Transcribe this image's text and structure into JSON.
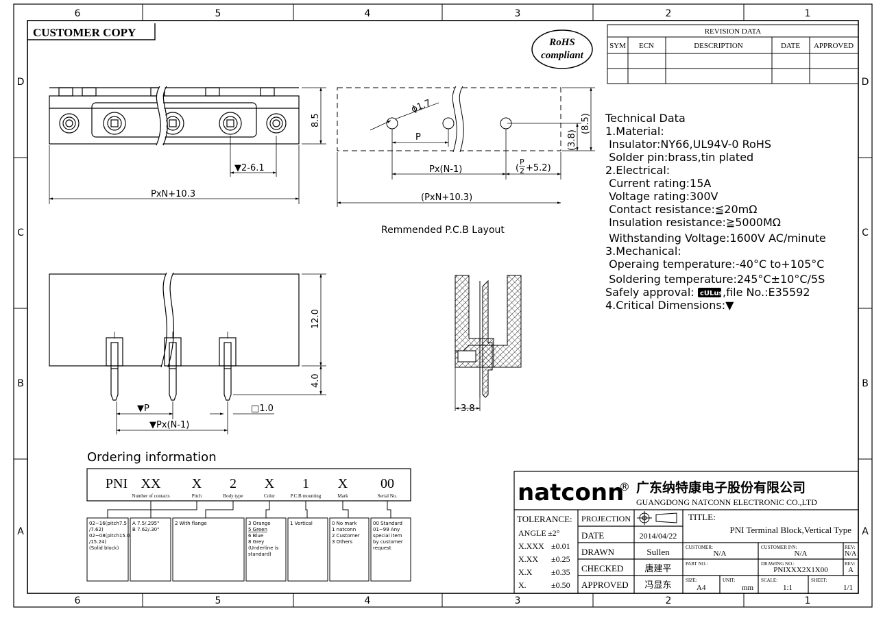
{
  "border": {
    "columns": [
      "6",
      "5",
      "4",
      "3",
      "2",
      "1"
    ],
    "rows": [
      "D",
      "C",
      "B",
      "A"
    ]
  },
  "header": {
    "customer_copy": "CUSTOMER COPY",
    "rohs_line1": "RoHS",
    "rohs_line2": "compliant"
  },
  "revision": {
    "title": "REVISION DATA",
    "columns": [
      "SYM",
      "ECN",
      "DESCRIPTION",
      "DATE",
      "APPROVED"
    ]
  },
  "front_view": {
    "height_dim": "8.5",
    "hole_dim": "▼2-6.1",
    "width_dim": "PxN+10.3"
  },
  "pcb_layout": {
    "caption": "Remmended P.C.B Layout",
    "hole_dim": "ϕ1.7",
    "pitch_dim": "P",
    "span_dim": "Px(N-1)",
    "offset_dim_num": "P",
    "offset_dim_den": "2",
    "offset_dim_rest": "+5.2)",
    "offset_dim_open": "(",
    "total_dim": "(PxN+10.3)",
    "inner_h_dim": "(3.8)",
    "outer_h_dim": "(8.5)"
  },
  "side_view": {
    "height_dim": "12.0",
    "pin_len_dim": "4.0",
    "pitch_dim": "▼P",
    "span_dim": "▼Px(N-1)",
    "pin_dim": "□1.0"
  },
  "section_view": {
    "width_dim": "3.8"
  },
  "technical": {
    "title": "Technical Data",
    "lines": [
      "1.Material:",
      " Insulator:NY66,UL94V-0 RoHS",
      " Solder pin:brass,tin plated",
      "2.Electrical:",
      " Current rating:15A",
      " Voltage rating:300V",
      " Contact resistance:≦20mΩ",
      " Insulation resistance:≧5000MΩ",
      " Withstanding Voltage:1600V AC/minute",
      "3.Mechanical:",
      " Operaing temperature:-40°C to+105°C",
      " Soldering temperature:245°C±10°C/5S"
    ],
    "safety_prefix": "Safely approval:",
    "safety_logo": "cULus",
    "safety_suffix": ",file No.:E35592",
    "critical": "4.Critical Dimensions:▼"
  },
  "ordering": {
    "title": "Ordering information",
    "codes": [
      "PNI",
      "XX",
      "X",
      "2",
      "X",
      "1",
      "X",
      "00"
    ],
    "labels": [
      "Number of contacts",
      "Pitch",
      "Body type",
      "Color",
      "P.C.B mounting",
      "Mark",
      "Serial No."
    ],
    "options": [
      [
        "02~16(pitch7.5",
        "/7.62)",
        "02~08(pitch15.0",
        "/15.24)",
        "(Solid block)"
      ],
      [
        "A 7.5/.295\"",
        "B 7.62/.30\""
      ],
      [
        "2 With flange"
      ],
      [
        "3 Orange",
        "5 Green",
        "6 Blue",
        "8 Grey",
        "(Underline is",
        "standard)"
      ],
      [
        "1 Vertical"
      ],
      [
        "0 No mark",
        "1 natconn",
        "2 Customer",
        "3 Others"
      ],
      [
        "00 Standard",
        "01~99 Any",
        "special item",
        "by customer",
        "request"
      ]
    ]
  },
  "title_block": {
    "brand": "natconn",
    "registered": "®",
    "company_cn": "广东纳特康电子股份有限公司",
    "company_en": "GUANGDONG NATCONN ELECTRONIC CO.,LTD",
    "tolerance_label": "TOLERANCE:",
    "tolerances": [
      {
        "k": "ANGLE",
        "v": "±2°"
      },
      {
        "k": "X.XXX",
        "v": "±0.01"
      },
      {
        "k": "X.XX",
        "v": "±0.25"
      },
      {
        "k": "X.X",
        "v": "±0.35"
      },
      {
        "k": "X.",
        "v": "±0.50"
      }
    ],
    "projection_label": "PROJECTION",
    "date_label": "DATE",
    "date_value": "2014/04/22",
    "drawn_label": "DRAWN",
    "drawn_value": "Sullen",
    "checked_label": "CHECKED",
    "checked_value": "唐建平",
    "approved_label": "APPROVED",
    "approved_value": "冯显东",
    "title_label": "TITLE:",
    "title_value": "PNI Terminal Block,Vertical Type",
    "customer_label": "CUSTOMER:",
    "customer_value": "N/A",
    "customer_pn_label": "CUSTOMER P/N:",
    "customer_pn_value": "N/A",
    "rev_label": "REV:",
    "rev_value1": "N/A",
    "part_no_label": "PART NO.:",
    "drawing_no_label": "DRAWING NO.:",
    "drawing_no_value": "PNIXXX2X1X00",
    "rev_value2": "A",
    "size_label": "SIZE:",
    "size_value": "A4",
    "unit_label": "UNIT:",
    "unit_value": "mm",
    "scale_label": "SCALE:",
    "scale_value": "1:1",
    "sheet_label": "SHEET:",
    "sheet_value": "1/1"
  }
}
